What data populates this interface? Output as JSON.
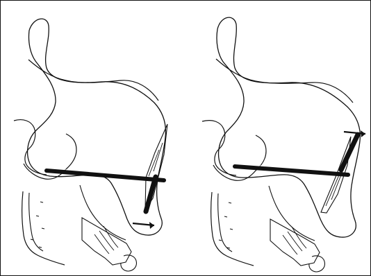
{
  "figure": {
    "panels": [
      {
        "panel_id": "left",
        "arrow_direction": "right"
      },
      {
        "panel_id": "right",
        "arrow_direction": "right"
      }
    ]
  }
}
